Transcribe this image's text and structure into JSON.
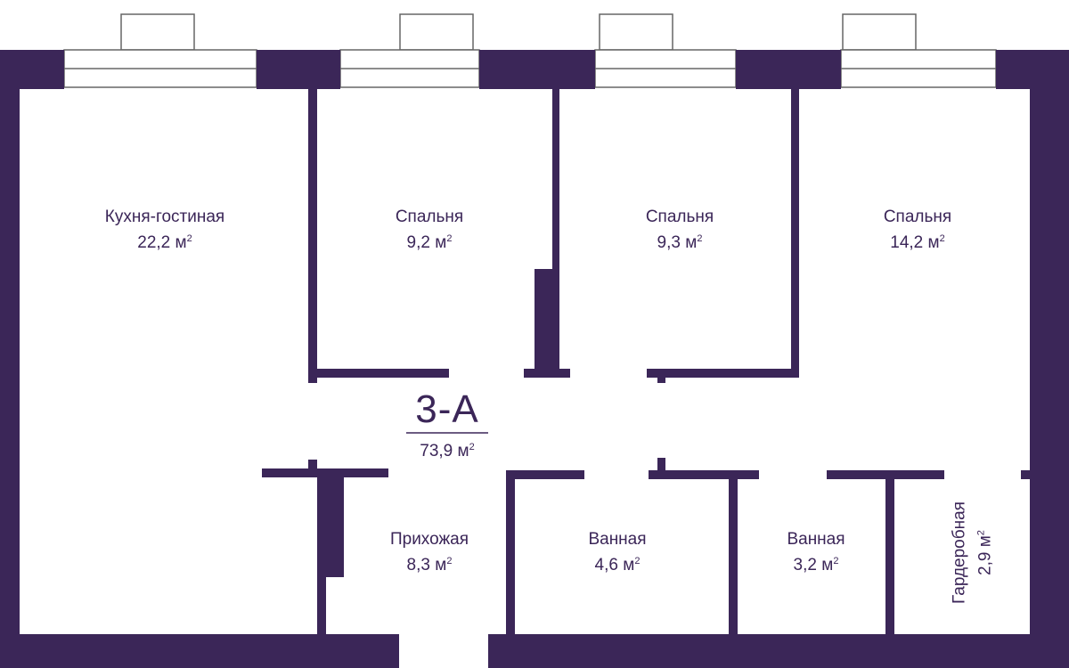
{
  "colors": {
    "wall": "#3b2658",
    "text": "#3b2658",
    "window": "#ffffff",
    "window_stroke": "#555555"
  },
  "plan": {
    "name": "3-А",
    "total_area": "73,9 м",
    "area_unit_power": "2"
  },
  "rooms": [
    {
      "name": "Кухня-гостиная",
      "area": "22,2 м"
    },
    {
      "name": "Спальня",
      "area": "9,2 м"
    },
    {
      "name": "Спальня",
      "area": "9,3 м"
    },
    {
      "name": "Спальня",
      "area": "14,2 м"
    },
    {
      "name": "Прихожая",
      "area": "8,3 м"
    },
    {
      "name": "Ванная",
      "area": "4,6 м"
    },
    {
      "name": "Ванная",
      "area": "3,2 м"
    },
    {
      "name": "Гардеробная",
      "area": "2,9 м"
    }
  ]
}
